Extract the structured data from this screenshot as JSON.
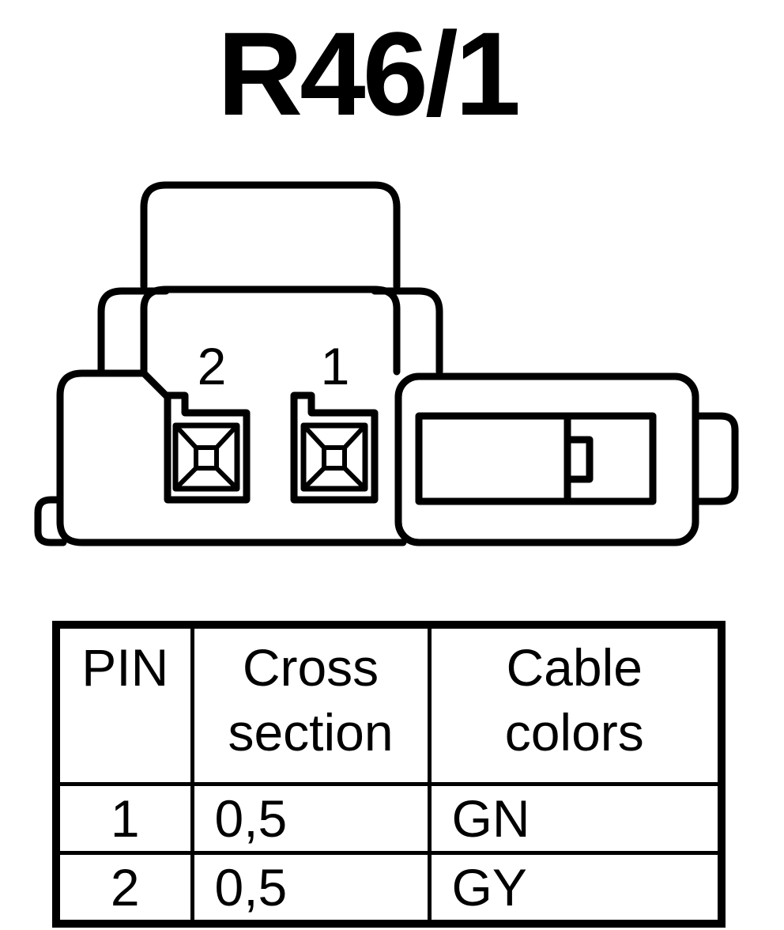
{
  "connector": {
    "title": "R46/1",
    "pin_labels": [
      "2",
      "1"
    ]
  },
  "table": {
    "headers": {
      "pin": "PIN",
      "cross_section": [
        "Cross",
        "section"
      ],
      "cable_colors": [
        "Cable",
        "colors"
      ]
    },
    "rows": [
      {
        "pin": "1",
        "cross_section": "0,5",
        "color": "GN"
      },
      {
        "pin": "2",
        "cross_section": "0,5",
        "color": "GY"
      }
    ]
  }
}
